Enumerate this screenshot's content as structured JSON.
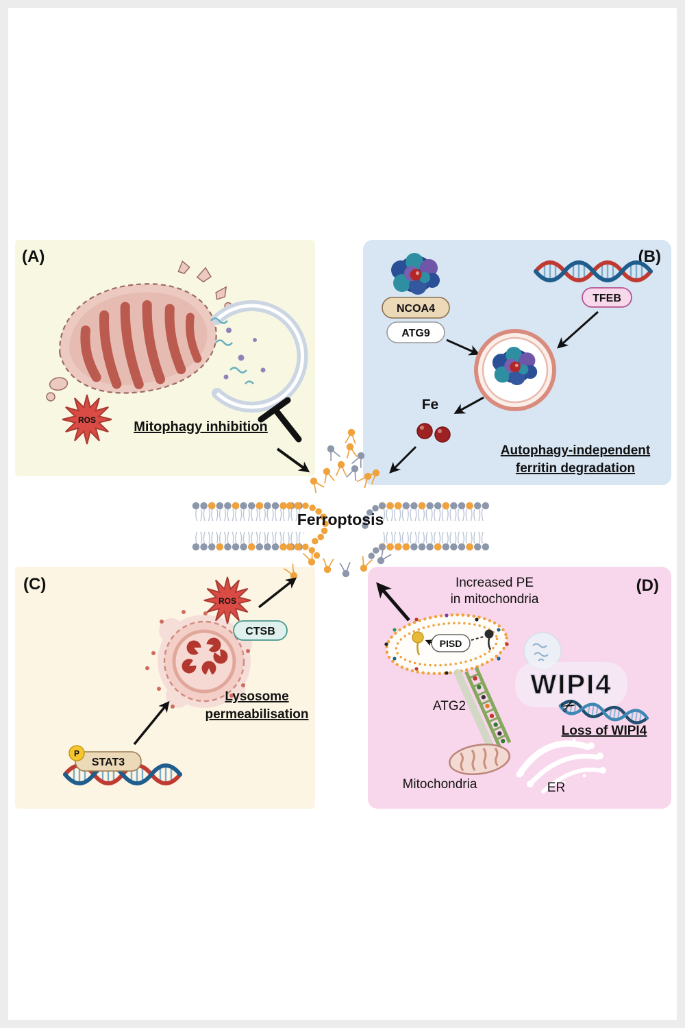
{
  "panel_a": {
    "label": "(A)",
    "ros": "ROS",
    "caption": "Mitophagy inhibition"
  },
  "panel_b": {
    "label": "(B)",
    "ncoa4": "NCOA4",
    "atg9": "ATG9",
    "tfeb": "TFEB",
    "fe": "Fe",
    "caption_line1": "Autophagy-independent",
    "caption_line2": "ferritin degradation"
  },
  "center": {
    "title": "Ferroptosis"
  },
  "panel_c": {
    "label": "(C)",
    "ros": "ROS",
    "ctsb": "CTSB",
    "caption_line1": "Lysosome",
    "caption_line2": "permeabilisation",
    "stat3": "STAT3",
    "phospho": "P"
  },
  "panel_d": {
    "label": "(D)",
    "top_line1": "Increased PE",
    "top_line2": "in mitochondria",
    "pisd": "PISD",
    "wipi4": "WIPI4",
    "loss_caption": "Loss of WIPI4",
    "atg2": "ATG2",
    "mitochondria": "Mitochondria",
    "er": "ER"
  },
  "colors": {
    "panel_a_bg": "#f8f8e2",
    "panel_b_bg": "#d8e6f4",
    "panel_c_bg": "#fcf5e3",
    "panel_d_bg": "#f8d6ec",
    "ros_red": "#d94b44",
    "lipid_orange": "#f0a23c",
    "lipid_gray": "#8d97ab"
  }
}
